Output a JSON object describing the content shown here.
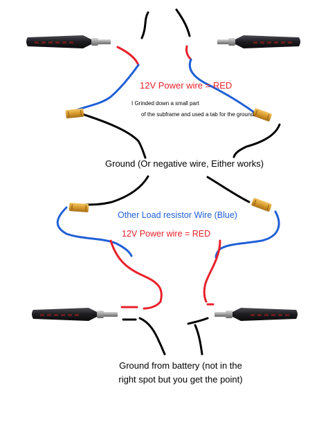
{
  "labels": {
    "power_top": "12V Power wire = RED",
    "note_line1": "I Grinded down a small part",
    "note_line2": "of the subframe and used a tab for the ground.",
    "ground": "Ground (Or negative wire, Either works)",
    "resistor": "Other Load resistor Wire (Blue)",
    "power_bottom": "12V Power wire = RED",
    "battery_line1": "Ground from battery (not in the",
    "battery_line2": "right spot but you get the point)"
  },
  "colors": {
    "power": "#e8202a",
    "load": "#1f5fd6",
    "ground": "#000000",
    "resistor": "#e0a838",
    "signal": "#2a2a2e"
  },
  "components": [
    "turn-signal-top-left",
    "turn-signal-top-right",
    "turn-signal-bottom-left",
    "turn-signal-bottom-right",
    "load-resistor-top-left",
    "load-resistor-top-right",
    "load-resistor-bottom-left",
    "load-resistor-bottom-right"
  ]
}
